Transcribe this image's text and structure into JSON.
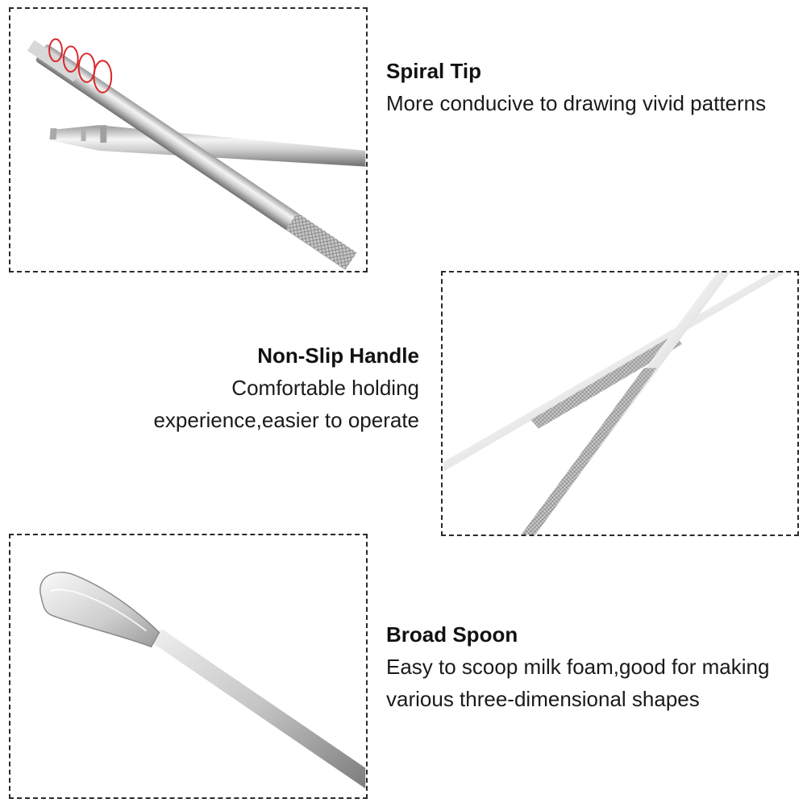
{
  "features": [
    {
      "title": "Spiral Tip",
      "description": "More conducive to drawing vivid patterns"
    },
    {
      "title": "Non-Slip Handle",
      "description": "Comfortable holding experience,easier to operate"
    },
    {
      "title": "Broad Spoon",
      "description": "Easy to scoop milk foam,good for making various three-dimensional shapes"
    }
  ],
  "colors": {
    "steel_light": "#f2f2f2",
    "steel_mid": "#bdbdbd",
    "steel_dark": "#7a7a7a",
    "spiral_accent": "#d9262a",
    "border": "#2a2a2a"
  }
}
